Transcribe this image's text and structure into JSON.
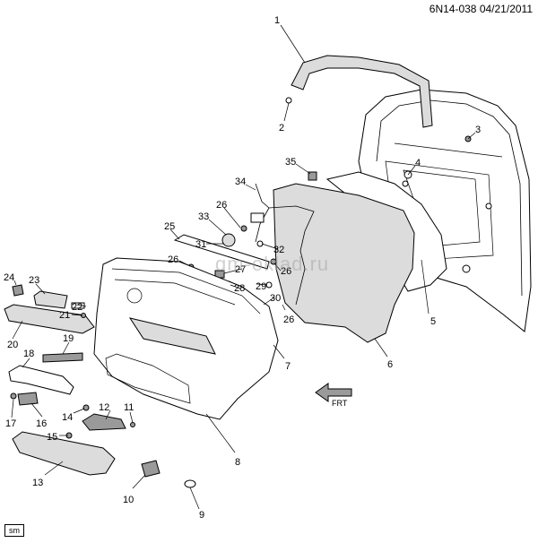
{
  "header": {
    "code": "6N14-038",
    "date": "04/21/2011"
  },
  "footer_badge": "sm",
  "watermark": "gm-oklad.ru",
  "front_arrow": "FRT",
  "callouts": [
    "1",
    "2",
    "3",
    "4",
    "5",
    "6",
    "7",
    "8",
    "9",
    "10",
    "11",
    "12",
    "13",
    "14",
    "15",
    "16",
    "17",
    "18",
    "19",
    "20",
    "21",
    "22",
    "23",
    "24",
    "25",
    "26",
    "26",
    "26",
    "27",
    "28",
    "29",
    "30",
    "31",
    "32",
    "33",
    "34",
    "35"
  ]
}
